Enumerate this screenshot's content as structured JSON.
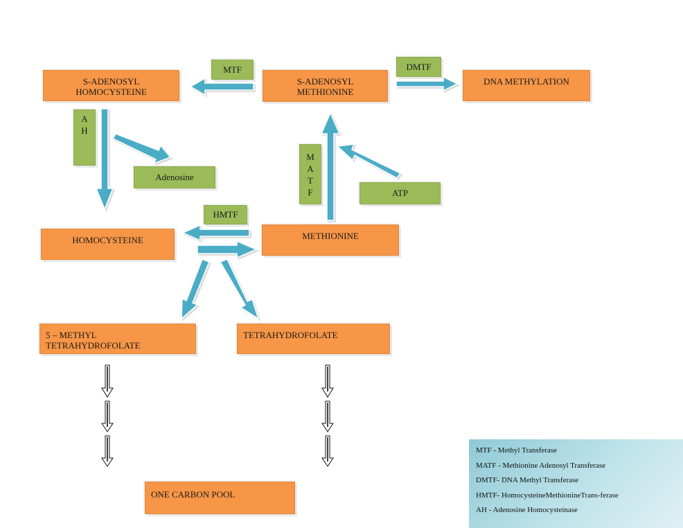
{
  "nodes": {
    "sah": [
      "S-ADENOSYL",
      "HOMOCYSTEINE"
    ],
    "sam": [
      "S-ADENOSYL",
      "METHIONINE"
    ],
    "dna": "DNA METHYLATION",
    "homocysteine": "HOMOCYSTEINE",
    "methionine": "METHIONINE",
    "mthf": [
      "5 – METHYL",
      "TETRAHYDROFOLATE"
    ],
    "thf": "TETRAHYDROFOLATE",
    "pool": "ONE CARBON POOL"
  },
  "labels": {
    "mtf": "MTF",
    "dmtf": "DMTF",
    "ah": [
      "A",
      "H"
    ],
    "adenosine": "Adenosine",
    "matf": [
      "M",
      "A",
      "T",
      "F"
    ],
    "atp": "ATP",
    "hmtf": "HMTF"
  },
  "legend": [
    "MTF - Methyl Transferase",
    "MATF - Methionine Adenosyl Transferase",
    "DMTF- DNA Methyl Transferase",
    "HMTF- HomocysteineMethionineTrans-ferase",
    "AH - Adenosine Homocysteinase"
  ],
  "colors": {
    "node_fill": "#f79646",
    "enzyme_fill": "#9bbb59",
    "arrow": "#4bacc6",
    "legend_fill": "#a8d8e2"
  }
}
